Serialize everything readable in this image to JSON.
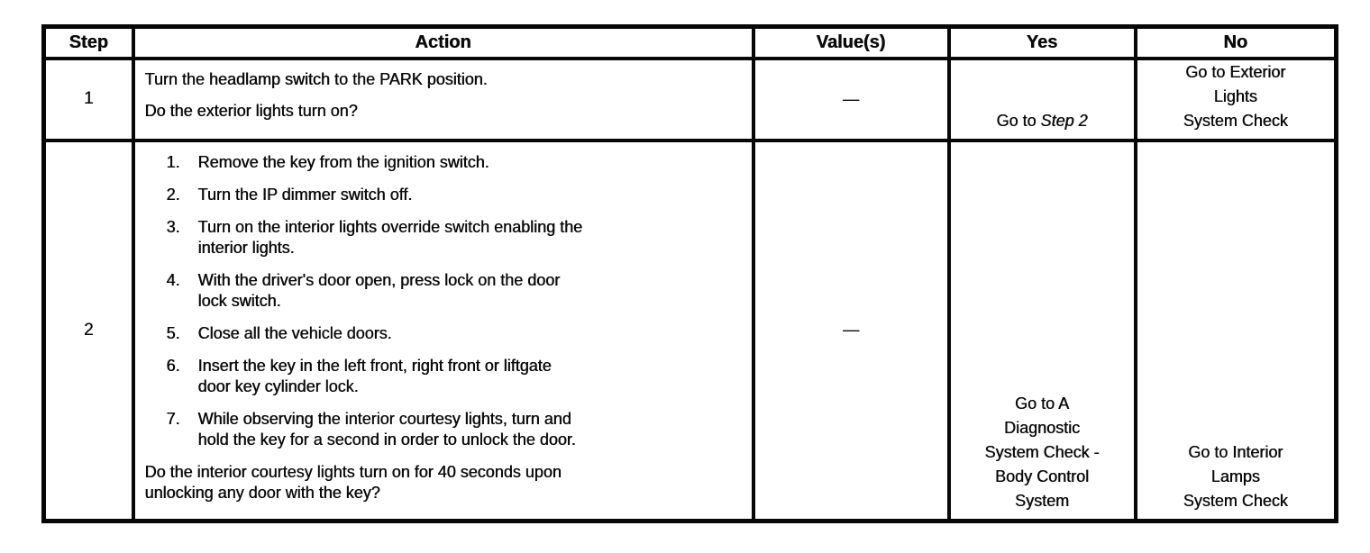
{
  "table": {
    "headers": {
      "step": "Step",
      "action": "Action",
      "values": "Value(s)",
      "yes": "Yes",
      "no": "No"
    },
    "rows": [
      {
        "step": "1",
        "action_instruction": "Turn the headlamp switch to the PARK position.",
        "action_question": "Do the exterior lights turn on?",
        "value": "—",
        "yes_prefix": "Go to ",
        "yes_reference": "Step 2",
        "no": "Go to Exterior\nLights\nSystem Check"
      },
      {
        "step": "2",
        "action_steps": [
          "Remove the key from the ignition switch.",
          "Turn the IP dimmer switch off.",
          "Turn on the interior lights override switch enabling the\ninterior lights.",
          "With the driver's door open, press lock on the door\nlock switch.",
          "Close all the vehicle doors.",
          "Insert the key in the left front, right front or liftgate\ndoor key cylinder lock.",
          "While observing the interior courtesy lights, turn and\nhold the key for a second in order to unlock the door."
        ],
        "action_question": "Do the interior courtesy lights turn on for 40 seconds upon\nunlocking any door with the key?",
        "value": "—",
        "yes": "Go to A\nDiagnostic\nSystem Check -\nBody Control\nSystem",
        "no": "Go to Interior\nLamps\nSystem Check"
      }
    ]
  }
}
